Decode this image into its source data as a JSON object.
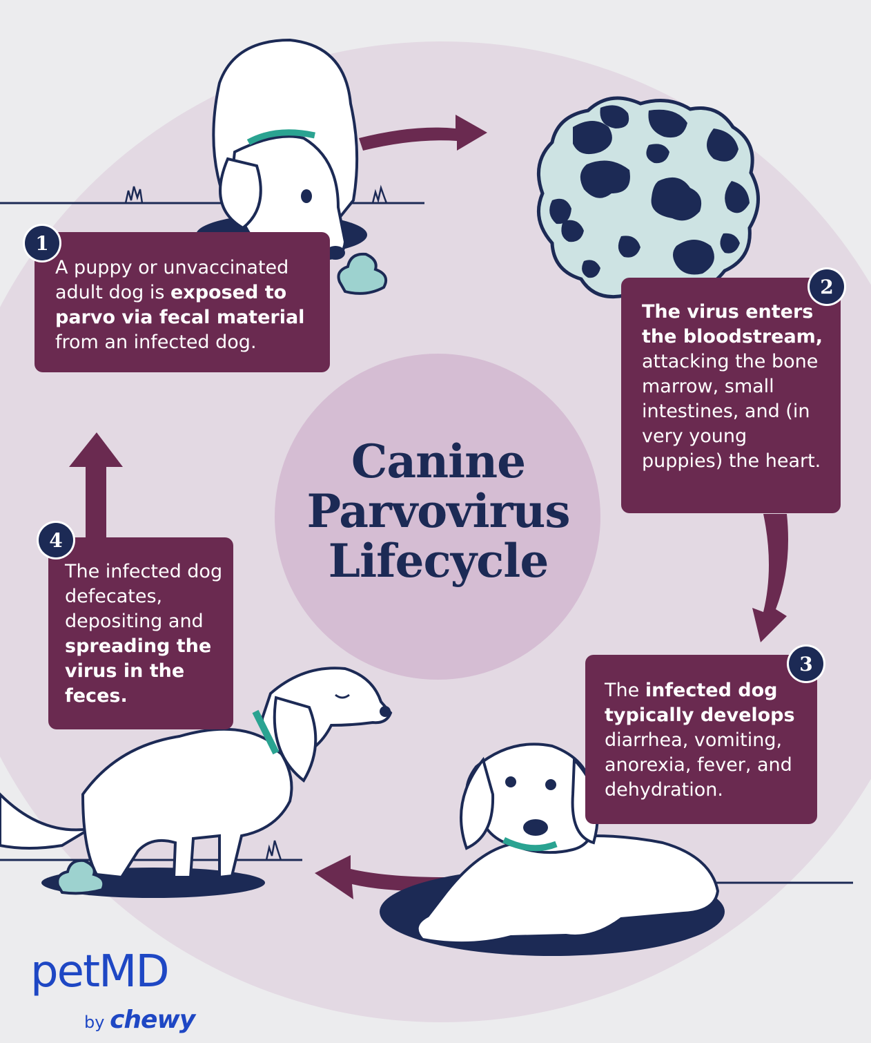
{
  "title": {
    "line1": "Canine",
    "line2": "Parvovirus",
    "line3": "Lifecycle"
  },
  "steps": [
    {
      "number": "1",
      "parts": [
        {
          "t": "A puppy or unvaccinated adult dog is ",
          "b": false
        },
        {
          "t": "exposed to parvo via fecal material",
          "b": true
        },
        {
          "t": " from an infected dog.",
          "b": false
        }
      ]
    },
    {
      "number": "2",
      "parts": [
        {
          "t": "The virus enters the bloodstream,",
          "b": true
        },
        {
          "t": " attacking the bone marrow, small intestines, and (in very young puppies) the heart.",
          "b": false
        }
      ]
    },
    {
      "number": "3",
      "parts": [
        {
          "t": "The ",
          "b": false
        },
        {
          "t": "infected dog typically develops",
          "b": true
        },
        {
          "t": " diarrhea, vomiting, anorexia, fever, and dehydration.",
          "b": false
        }
      ]
    },
    {
      "number": "4",
      "parts": [
        {
          "t": "The infected dog defecates, depositing and ",
          "b": false
        },
        {
          "t": "spreading the virus in the feces.",
          "b": true
        }
      ]
    }
  ],
  "brand": {
    "name": "petMD",
    "by": "by",
    "parent": "chewy"
  },
  "colors": {
    "navy": "#1c2a55",
    "plum": "#6a2a50",
    "circle": "#e3d9e3",
    "center": "#d5bdd3",
    "teal": "#2aa391",
    "virus_fill": "#cde3e3",
    "poop": "#9dd2cf",
    "brand": "#1e47c4"
  },
  "icons": [
    "dog-sniffing-icon",
    "virus-particle-icon",
    "dog-lying-icon",
    "dog-defecating-icon",
    "feces-icon",
    "cycle-arrow-icon"
  ]
}
